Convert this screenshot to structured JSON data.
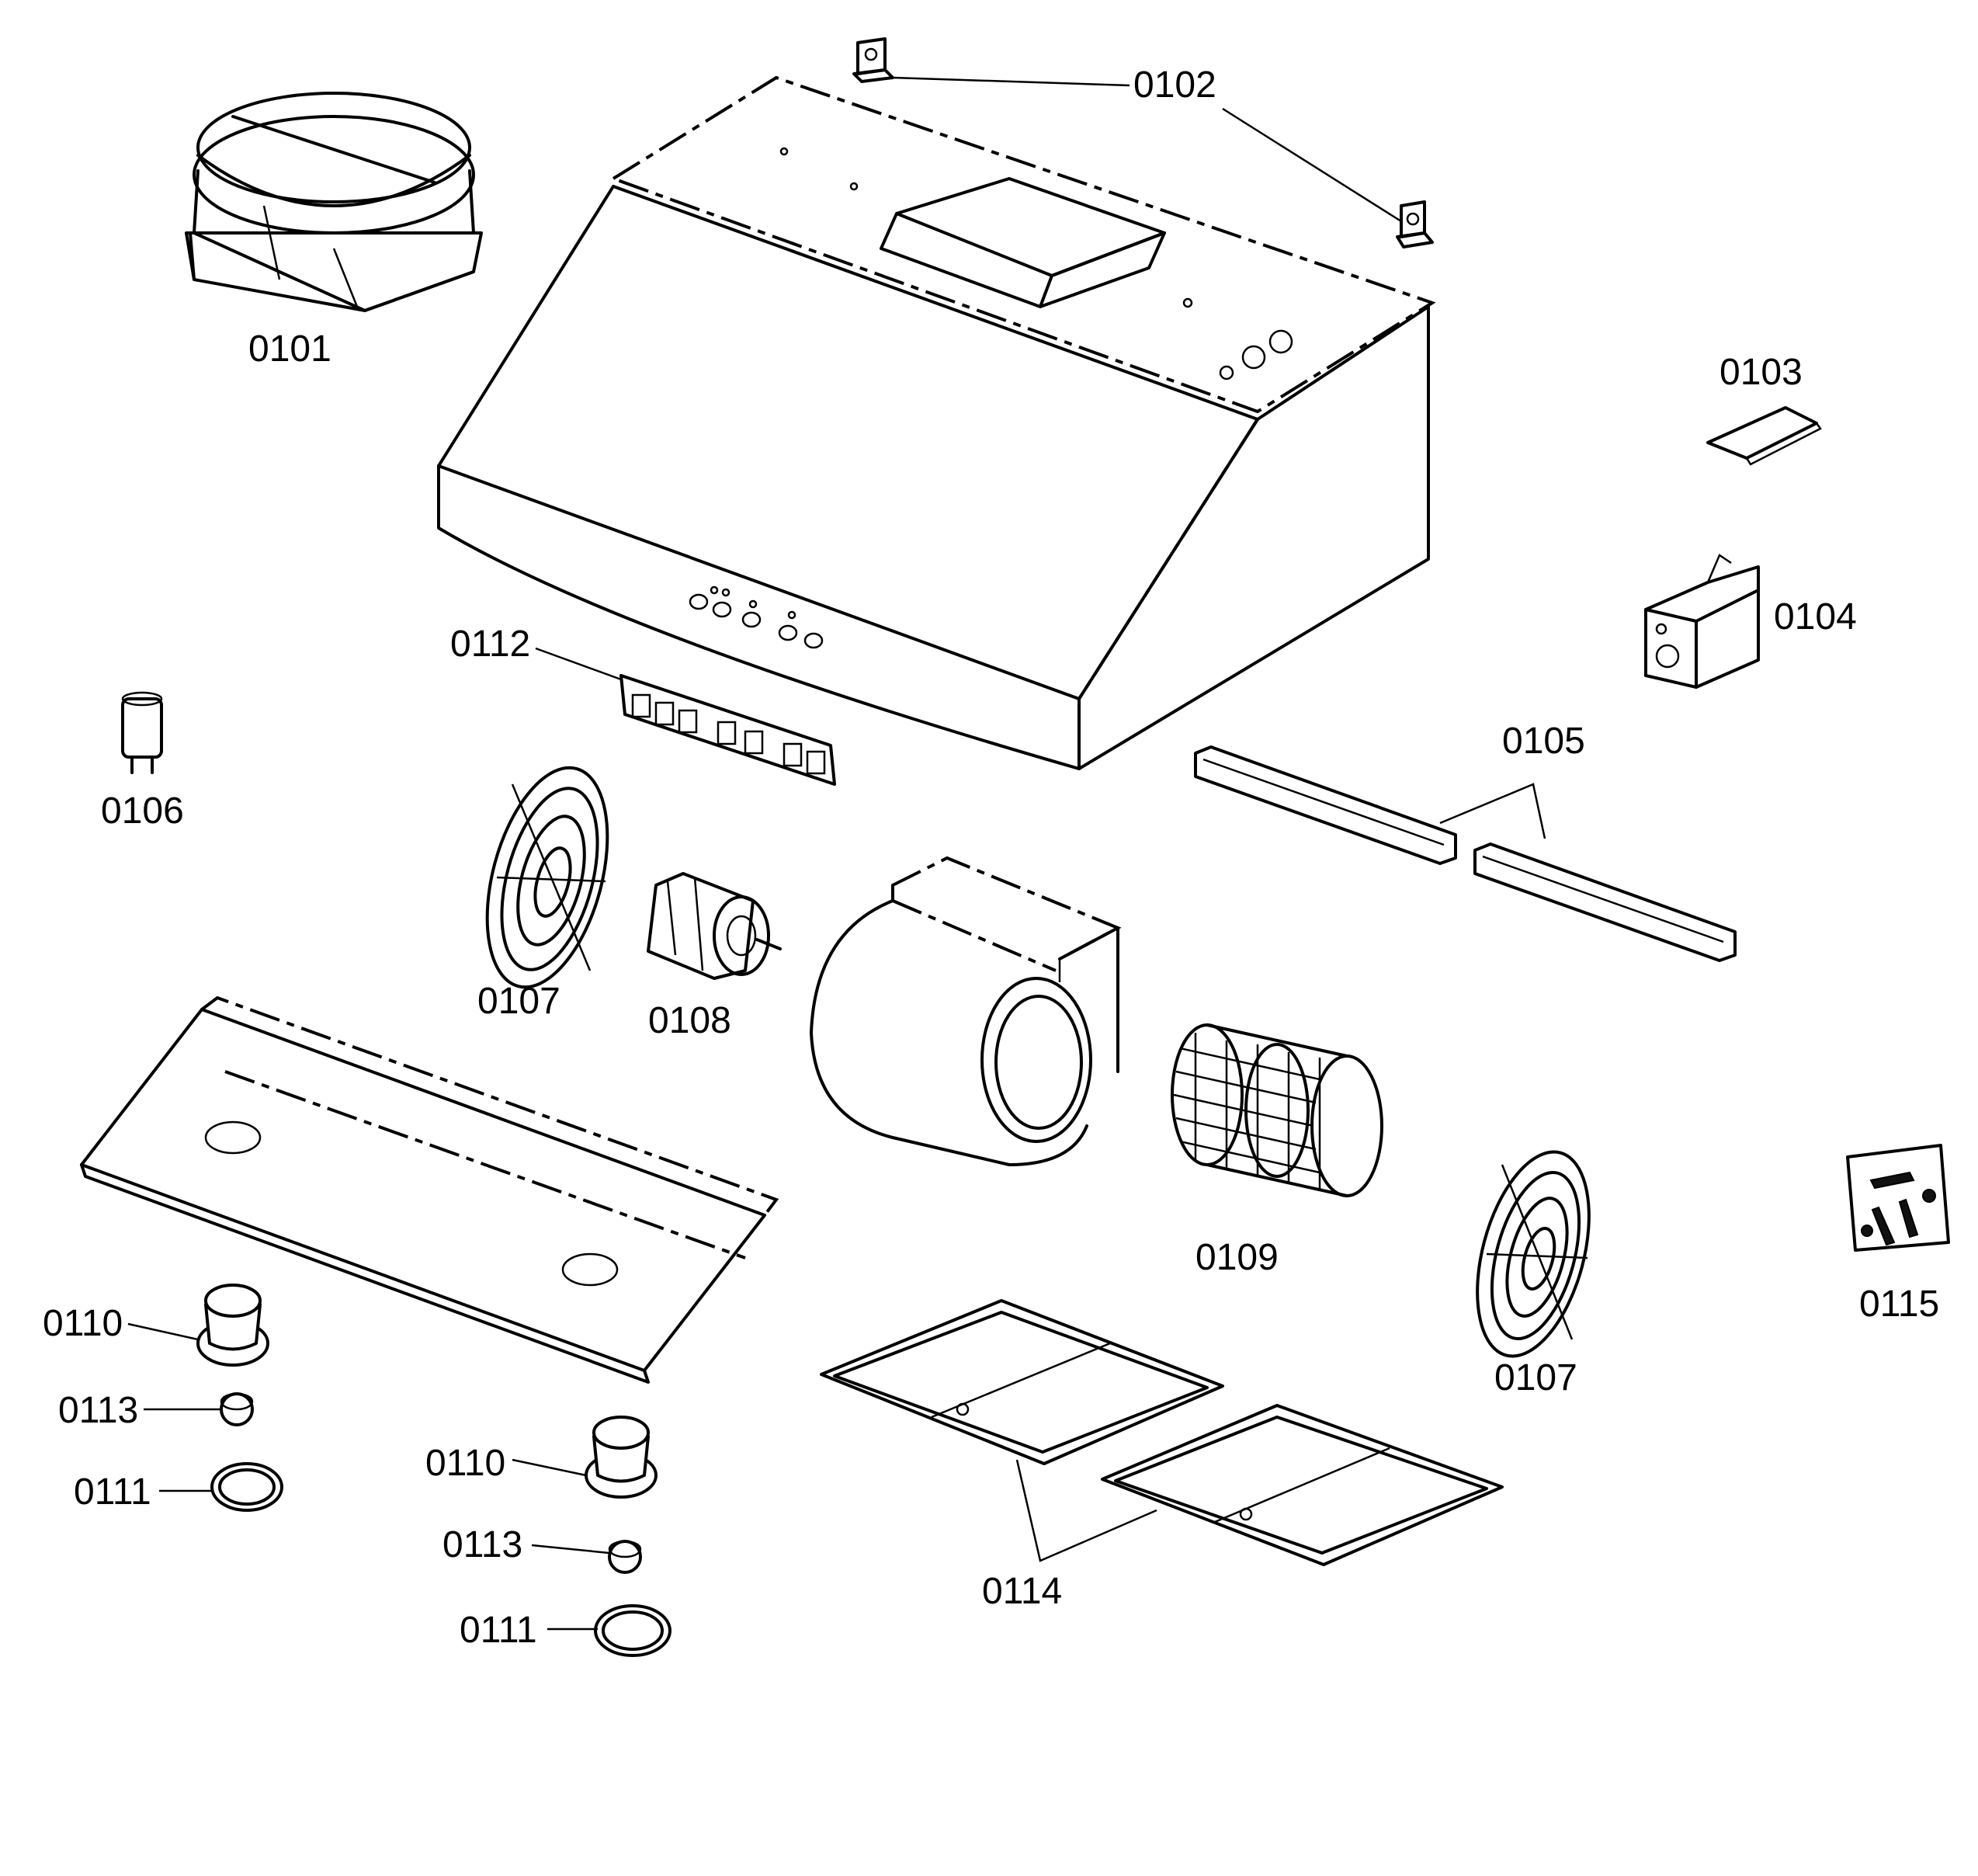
{
  "callouts": {
    "c0101": "0101",
    "c0102": "0102",
    "c0103": "0103",
    "c0104": "0104",
    "c0105": "0105",
    "c0106": "0106",
    "c0107a": "0107",
    "c0107b": "0107",
    "c0108": "0108",
    "c0109": "0109",
    "c0110a": "0110",
    "c0110b": "0110",
    "c0111a": "0111",
    "c0111b": "0111",
    "c0112": "0112",
    "c0113a": "0113",
    "c0113b": "0113",
    "c0114": "0114",
    "c0115": "0115"
  }
}
